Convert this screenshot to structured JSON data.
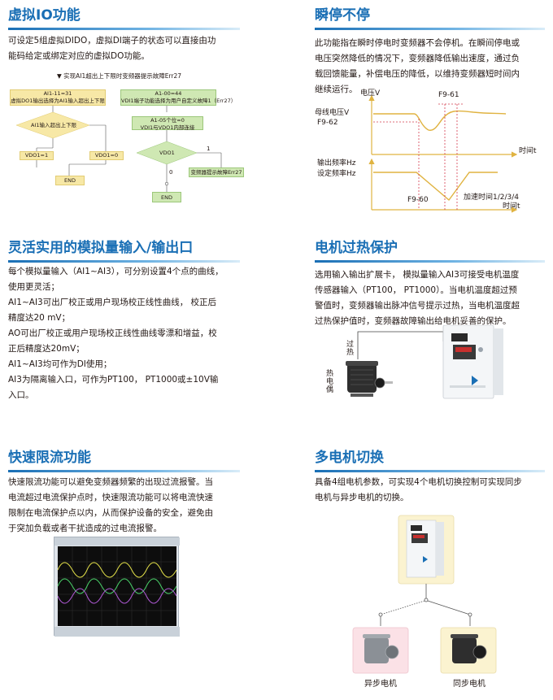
{
  "sections": {
    "virtual_io": {
      "title": "虚拟IO功能",
      "lines": [
        "可设定5组虚拟DIDO，虚拟DI端子的状态可以直接由功",
        "能码给定或绑定对应的虚拟DO功能。"
      ],
      "flow": {
        "heading": "▼ 实现AI1超出上下限时变频器提示故障Err27",
        "left_box": [
          "AI1-11=31",
          "虚拟DO1输出选择为AI1输入超出上下限"
        ],
        "right_box": [
          "A1-00=44",
          "VDI1端子功能选择为用户自定义故障1（Err27）"
        ],
        "decision_left": "AI1输入超出上下限",
        "vdo1_on": "VDO1=1",
        "vdo0_on": "VDO1=0",
        "end_left": "END",
        "right_box2": [
          "A1-05个位=0",
          "VDI1与VDO1内部连接"
        ],
        "decision_right": "VDO1",
        "branch_one": "1",
        "branch_zero": "0",
        "fault_box": "变频器提示故障Err27",
        "end_right": "END"
      }
    },
    "power_loss": {
      "title": "瞬停不停",
      "lines": [
        "此功能指在瞬时停电时变频器不会停机。在瞬间停电或",
        "电压突然降低的情况下，变频器降低输出速度，通过负",
        "载回馈能量，补偿电压的降低，以维持变频器短时间内",
        "继续运行。"
      ],
      "wave": {
        "voltage_axis": "电压V",
        "bus_voltage": "母线电压V",
        "f9_62": "F9-62",
        "f9_61": "F9-61",
        "time1": "时间t",
        "out_freq": "输出频率Hz",
        "set_freq": "设定频率Hz",
        "f9_60": "F9-60",
        "accel": "加速时间1/2/3/4",
        "time2": "时间t"
      }
    },
    "analog_io": {
      "title": "灵活实用的模拟量输入/输出口",
      "lines": [
        "每个模拟量输入（AI1~AI3），可分别设置4个点的曲线，",
        "使用更灵活；",
        "AI1~AI3可出厂校正或用户现场校正线性曲线， 校正后",
        "精度达20 mV；",
        "AO可出厂校正或用户现场校正线性曲线零漂和增益，校",
        "正后精度达20mV；",
        "AI1~AI3均可作为DI使用；",
        "AI3为隔离输入口，可作为PT100， PT1000或±10V输",
        "入口。"
      ]
    },
    "motor_heat": {
      "title": "电机过热保护",
      "lines": [
        "选用输入输出扩展卡， 模拟量输入AI3可接受电机温度",
        "传感器输入（PT100， PT1000）。当电机温度超过预",
        "警值时，变频器输出脉冲信号提示过热，当电机温度超",
        "过热保护值时，变频器故障输出给电机妥善的保护。"
      ],
      "overheat_label": [
        "过",
        "热"
      ],
      "sensor_label": [
        "热",
        "电",
        "偶"
      ]
    },
    "current_limit": {
      "title": "快速限流功能",
      "lines": [
        "快速限流功能可以避免变频器频繁的出现过流报警。当",
        "电流超过电流保护点时，快速限流功能可以将电流快速",
        "限制在电流保护点以内，从而保护设备的安全，避免由",
        "于突加负载或者干扰造成的过电流报警。"
      ]
    },
    "multi_motor": {
      "title": "多电机切换",
      "lines": [
        "具备4组电机参数，可实现4个电机切换控制可实现同步",
        "电机与异步电机的切换。"
      ],
      "async_label": "异步电机",
      "sync_label": "同步电机"
    }
  },
  "colors": {
    "accent": "#1a6fb5",
    "wave_line": "#e0b341",
    "dashed": "#d43c4e",
    "flow_yellow": "#f7e8a6",
    "flow_green": "#cfe8b3"
  }
}
